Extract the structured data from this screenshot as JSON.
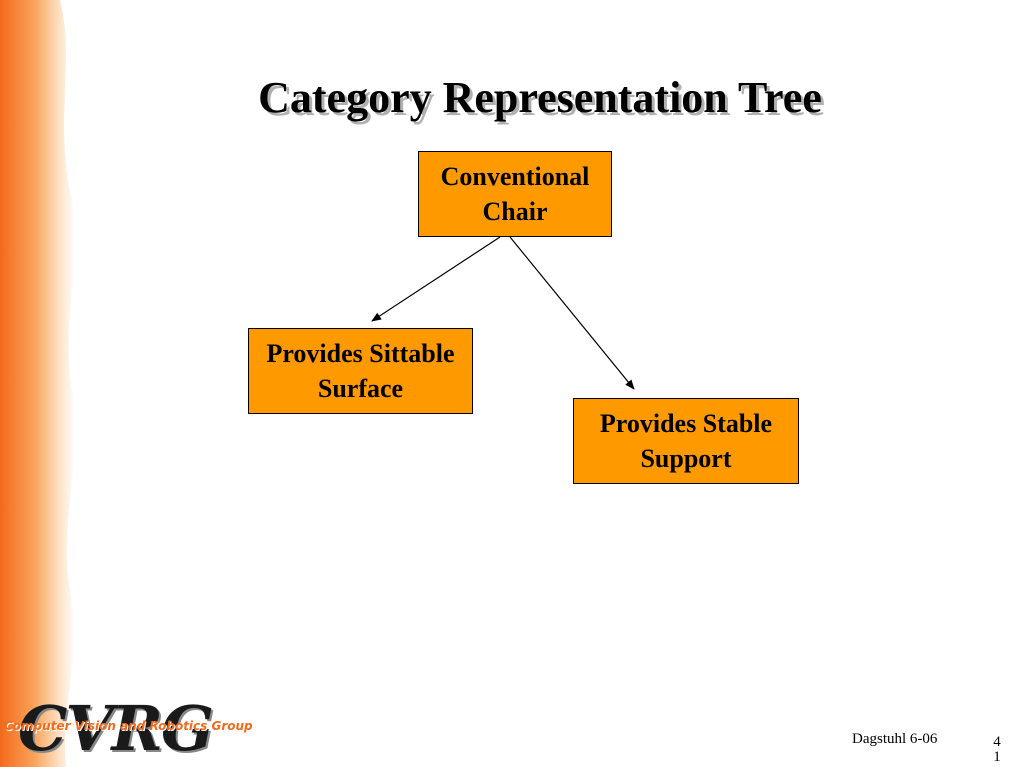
{
  "slide": {
    "title": "Category Representation Tree",
    "footer": "Dagstuhl 6-06",
    "page_number_line1": "4",
    "page_number_line2": "1"
  },
  "logo": {
    "letters": "CVRG",
    "subtitle": "Computer Vision and Robotics Group"
  },
  "tree": {
    "root": {
      "line1": "Conventional",
      "line2": "Chair"
    },
    "children": [
      {
        "line1": "Provides Sittable",
        "line2": "Surface"
      },
      {
        "line1": "Provides Stable",
        "line2": "Support"
      }
    ]
  },
  "colors": {
    "accent": "#ff9900",
    "sidebar": "#f26a1b",
    "text": "#000000"
  }
}
